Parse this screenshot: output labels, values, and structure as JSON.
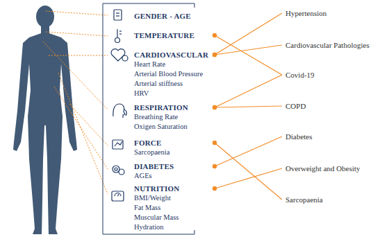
{
  "diagram": {
    "nodes": [
      {
        "text": [
          "GENDER - AGE"
        ]
      },
      {
        "text": [
          "TEMPERATURE"
        ]
      },
      {
        "text": [
          "CARDIOVASCULAR",
          "Heart Rate",
          "Arterial Blood Pressure",
          "Arterial stiffness",
          "HRV"
        ]
      },
      {
        "text": [
          "RESPIRATION",
          "Breathing Rate",
          "Oxigen Saturation"
        ]
      },
      {
        "text": [
          "FORCE",
          "Sarcopaenia"
        ]
      },
      {
        "text": [
          "DIABETES",
          "AGEs"
        ]
      },
      {
        "text": [
          "NUTRITION",
          "BMI/Weight",
          "Fat Mass",
          "Muscular Mass",
          "Hydration"
        ]
      },
      {
        "text": [
          "Hypertension"
        ]
      },
      {
        "text": [
          "Cardiovascular Pathologies"
        ]
      },
      {
        "text": [
          "Covid-19"
        ]
      },
      {
        "text": [
          "COPD"
        ]
      },
      {
        "text": [
          "Diabetes"
        ]
      },
      {
        "text": [
          "Overweight and Obesity"
        ]
      },
      {
        "text": [
          "Sarcopaenia"
        ]
      }
    ],
    "edges": [
      {
        "from": 1,
        "to": 9,
        "arrow": "none"
      },
      {
        "from": 2,
        "to": 7,
        "arrow": "none"
      },
      {
        "from": 2,
        "to": 8,
        "arrow": "none"
      },
      {
        "from": 3,
        "to": 9,
        "arrow": "none"
      },
      {
        "from": 3,
        "to": 10,
        "arrow": "none"
      },
      {
        "from": 4,
        "to": 13,
        "arrow": "none"
      },
      {
        "from": 5,
        "to": 11,
        "arrow": "none"
      },
      {
        "from": 6,
        "to": 12,
        "arrow": "none"
      }
    ]
  }
}
